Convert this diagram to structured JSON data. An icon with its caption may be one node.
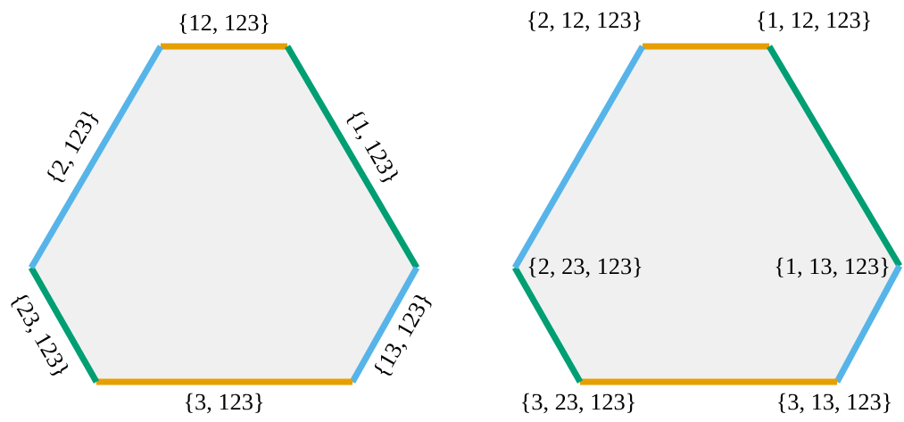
{
  "diagram": {
    "nodes": [
      {
        "text": [],
        "shape": "hexagon"
      },
      {
        "text": [],
        "shape": "hexagon"
      }
    ],
    "labels": [
      "{12, 123}",
      "{2, 123}",
      "{1, 123}",
      "{23, 123}",
      "{13, 123}",
      "{3, 123}",
      "{2, 12, 123}",
      "{1, 12, 123}",
      "{2, 23, 123}",
      "{1, 13, 123}",
      "{3, 23, 123}",
      "{3, 13, 123}"
    ]
  }
}
